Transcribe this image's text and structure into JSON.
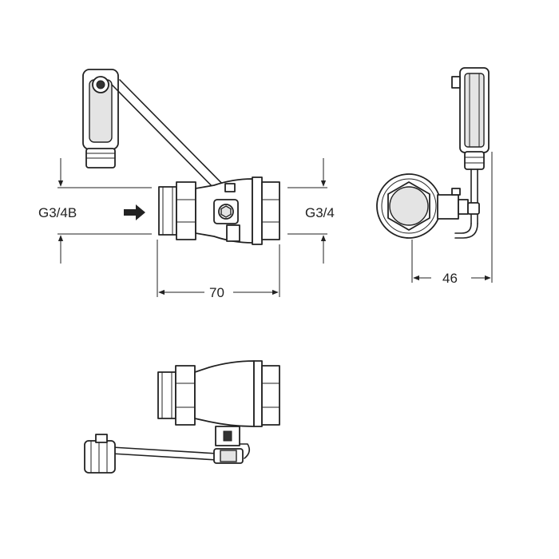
{
  "labels": {
    "inlet_thread": "G3/4B",
    "outlet_thread": "G3/4",
    "length_dim": "70",
    "width_dim": "46"
  },
  "colors": {
    "line": "#222222",
    "fill": "#ffffff",
    "shade": "#e4e4e4"
  },
  "icons": {
    "flow_direction": "arrow-right-icon"
  }
}
